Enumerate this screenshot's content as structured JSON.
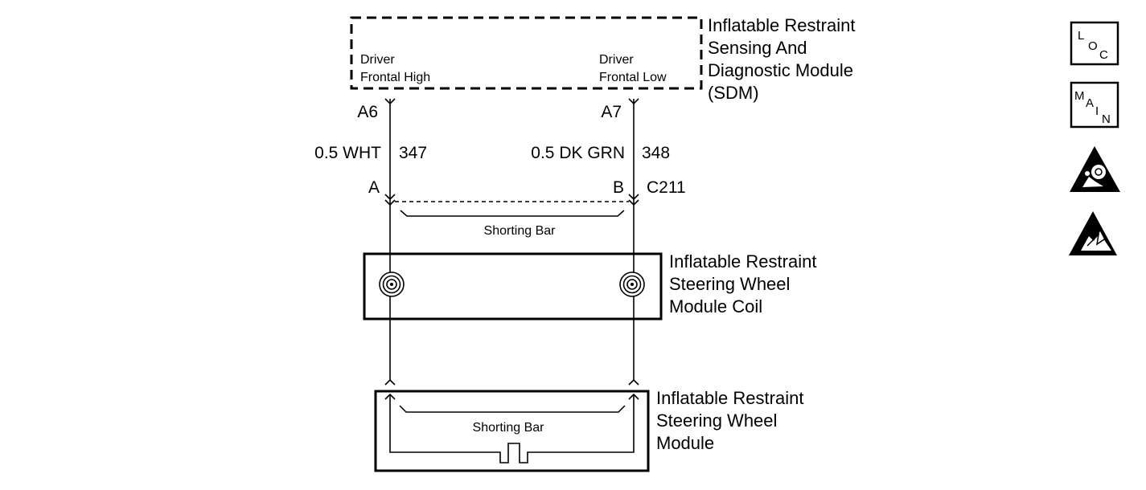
{
  "sdm": {
    "title_lines": [
      "Inflatable Restraint",
      "Sensing And",
      "Diagnostic Module",
      "(SDM)"
    ],
    "left_terminal_lines": [
      "Driver",
      "Frontal High"
    ],
    "right_terminal_lines": [
      "Driver",
      "Frontal Low"
    ]
  },
  "circuits": {
    "left": {
      "pin": "A6",
      "wire": "0.5 WHT",
      "number": "347",
      "connector_pin": "A"
    },
    "right": {
      "pin": "A7",
      "wire": "0.5 DK GRN",
      "number": "348",
      "connector_pin": "B"
    },
    "connector_id": "C211"
  },
  "shorting_bar_label": "Shorting Bar",
  "coil": {
    "title_lines": [
      "Inflatable Restraint",
      "Steering Wheel",
      "Module Coil"
    ]
  },
  "module": {
    "title_lines": [
      "Inflatable Restraint",
      "Steering Wheel",
      "Module"
    ],
    "shorting_bar_label": "Shorting Bar"
  },
  "icons": {
    "loc": {
      "letters": [
        "L",
        "O",
        "C"
      ]
    },
    "main": {
      "letters": [
        "M",
        "A",
        "I",
        "N"
      ]
    },
    "airbag_warning": "airbag-warning-icon",
    "esd_warning": "esd-warning-icon"
  }
}
